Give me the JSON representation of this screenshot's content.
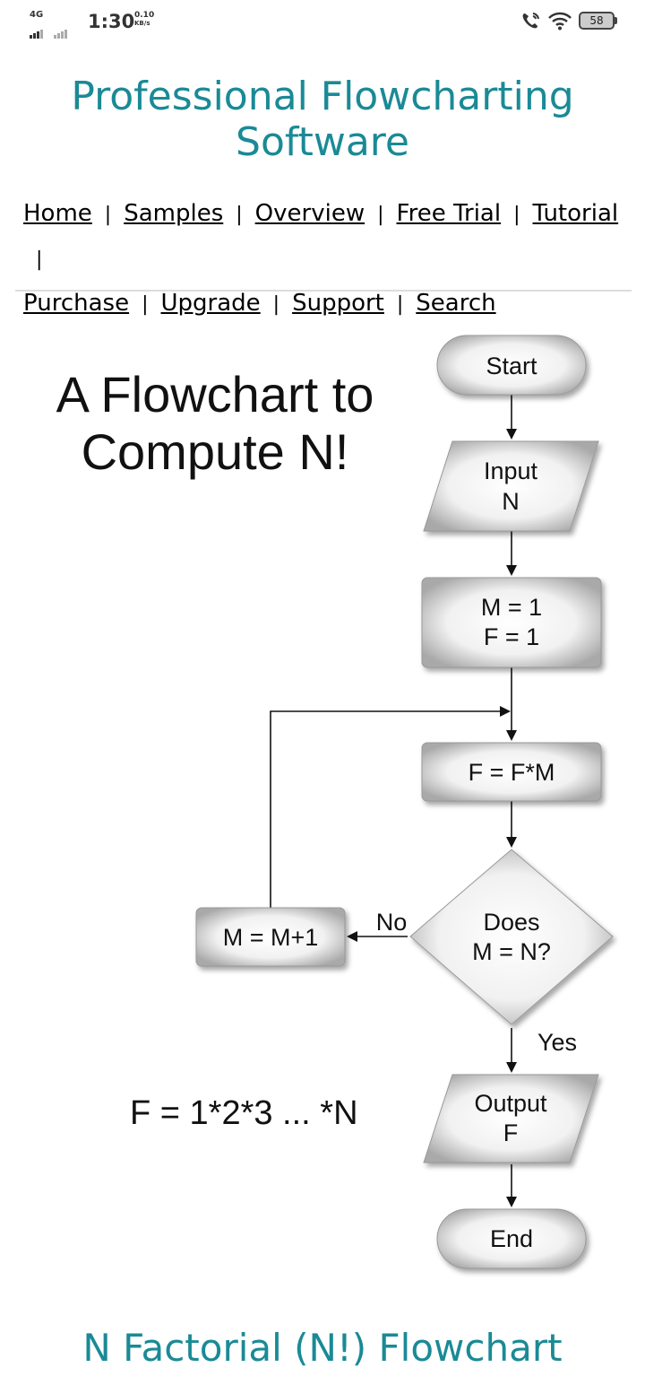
{
  "status_bar": {
    "network": "4G",
    "time": "1:30",
    "speed_value": "0.10",
    "speed_unit": "KB/s",
    "battery": "58"
  },
  "header": {
    "title_line1": "Professional Flowcharting",
    "title_line2": "Software"
  },
  "nav": {
    "items": [
      "Home",
      "Samples",
      "Overview",
      "Free Trial",
      "Tutorial",
      "Purchase",
      "Upgrade",
      "Support",
      "Search"
    ],
    "separator": "|"
  },
  "flowchart": {
    "title_line1": "A Flowchart to",
    "title_line2": "Compute N!",
    "start": "Start",
    "input_line1": "Input",
    "input_line2": "N",
    "init_line1": "M = 1",
    "init_line2": "F = 1",
    "multiply": "F = F*M",
    "decision_line1": "Does",
    "decision_line2": "M = N?",
    "increment": "M = M+1",
    "no_label": "No",
    "yes_label": "Yes",
    "output_line1": "Output",
    "output_line2": "F",
    "end": "End",
    "formula": "F = 1*2*3 ... *N"
  },
  "footer": {
    "title": "N Factorial (N!) Flowchart"
  }
}
